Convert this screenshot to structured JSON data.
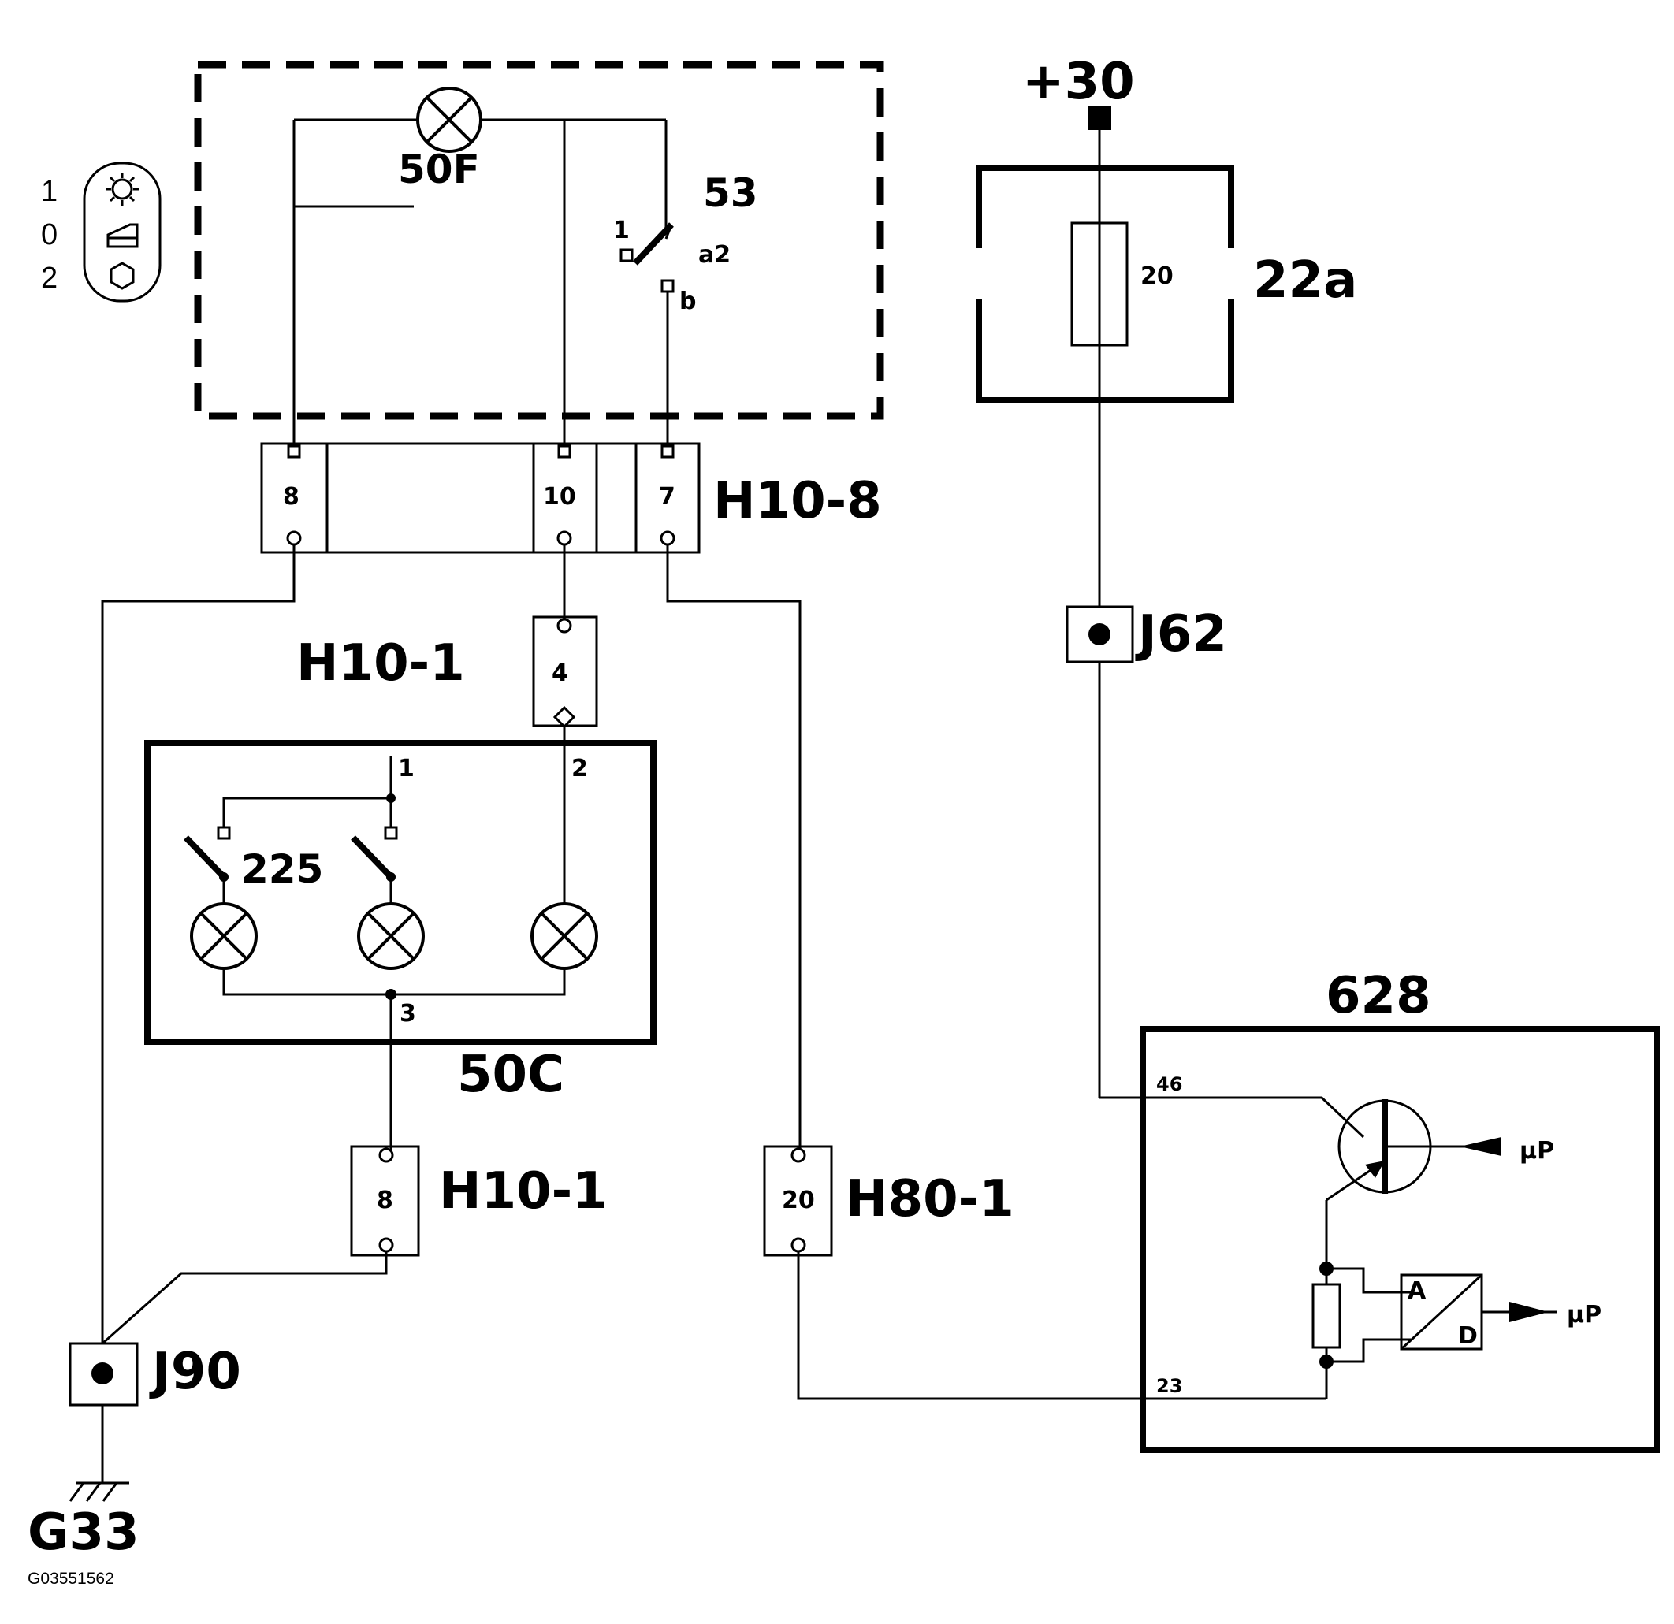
{
  "components": {
    "dash_module": {
      "lamp_label": "50F",
      "switch_label": "53",
      "switch_pos_1": "1",
      "switch_pos_a": "a2",
      "switch_pos_b": "b"
    },
    "fuse_box": {
      "label": "22a",
      "fuse_value": "20"
    },
    "supply": {
      "label": "+30"
    },
    "connector_h10_8": {
      "label": "H10-8",
      "pins": [
        "8",
        "10",
        "7"
      ]
    },
    "connector_h10_1_top": {
      "label": "H10-1",
      "pin": "4"
    },
    "connector_h10_1_bottom": {
      "label": "H10-1",
      "pin": "8"
    },
    "connector_h80_1": {
      "label": "H80-1",
      "pin": "20"
    },
    "lamp_cluster": {
      "label": "50C",
      "switch_label": "225",
      "pin_1": "1",
      "pin_2": "2",
      "pin_3": "3"
    },
    "splice_j62": {
      "label": "J62"
    },
    "splice_j90": {
      "label": "J90"
    },
    "ground": {
      "label": "G33"
    },
    "control_unit": {
      "label": "628",
      "pin_supply": "46",
      "pin_signal": "23",
      "out_1": "µP",
      "out_2": "µP",
      "ad_a": "A",
      "ad_d": "D"
    }
  },
  "legend": {
    "rows": [
      {
        "number": "1",
        "icon": "sun-icon"
      },
      {
        "number": "0",
        "icon": "parking-light-icon"
      },
      {
        "number": "2",
        "icon": "hexagon-icon"
      }
    ]
  },
  "figure_id": "G03551562"
}
